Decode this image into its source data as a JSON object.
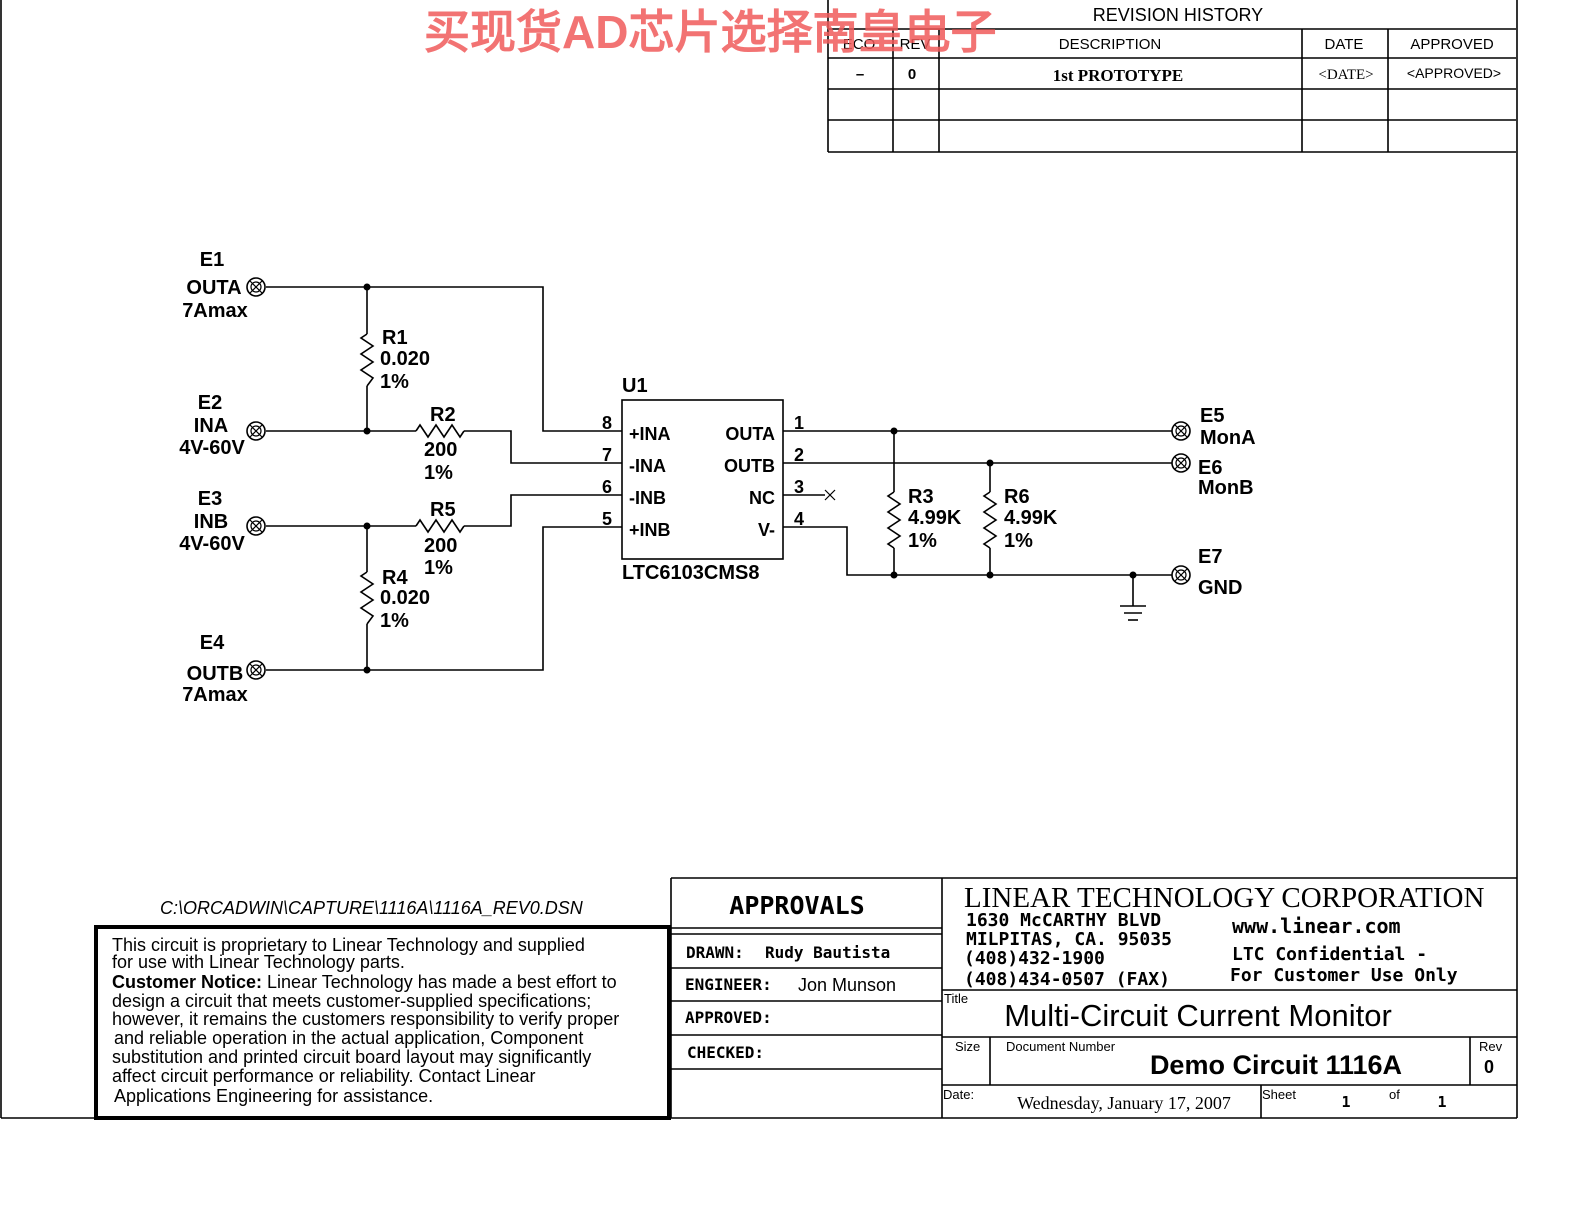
{
  "watermark": "买现货AD芯片选择南皇电子",
  "revision_history": {
    "title": "REVISION HISTORY",
    "headers": {
      "eco": "ECO",
      "rev": "REV",
      "description": "DESCRIPTION",
      "date": "DATE",
      "approved": "APPROVED"
    },
    "rows": [
      {
        "eco": "–",
        "rev": "0",
        "description": "1st PROTOTYPE",
        "date": "<DATE>",
        "approved": "<APPROVED>"
      }
    ]
  },
  "connectors": {
    "e1": {
      "ref": "E1",
      "name": "OUTA",
      "spec": "7Amax"
    },
    "e2": {
      "ref": "E2",
      "name": "INA",
      "spec": "4V-60V"
    },
    "e3": {
      "ref": "E3",
      "name": "INB",
      "spec": "4V-60V"
    },
    "e4": {
      "ref": "E4",
      "name": "OUTB",
      "spec": "7Amax"
    },
    "e5": {
      "ref": "E5",
      "name": "MonA"
    },
    "e6": {
      "ref": "E6",
      "name": "MonB"
    },
    "e7": {
      "ref": "E7",
      "name": "GND"
    }
  },
  "resistors": {
    "r1": {
      "ref": "R1",
      "value": "0.020",
      "tol": "1%"
    },
    "r2": {
      "ref": "R2",
      "value": "200",
      "tol": "1%"
    },
    "r3": {
      "ref": "R3",
      "value": "4.99K",
      "tol": "1%"
    },
    "r4": {
      "ref": "R4",
      "value": "0.020",
      "tol": "1%"
    },
    "r5": {
      "ref": "R5",
      "value": "200",
      "tol": "1%"
    },
    "r6": {
      "ref": "R6",
      "value": "4.99K",
      "tol": "1%"
    }
  },
  "ic": {
    "ref": "U1",
    "part": "LTC6103CMS8",
    "left_pins": [
      {
        "num": "8",
        "name": "+INA"
      },
      {
        "num": "7",
        "name": "-INA"
      },
      {
        "num": "6",
        "name": "-INB"
      },
      {
        "num": "5",
        "name": "+INB"
      }
    ],
    "right_pins": [
      {
        "num": "1",
        "name": "OUTA"
      },
      {
        "num": "2",
        "name": "OUTB"
      },
      {
        "num": "3",
        "name": "NC"
      },
      {
        "num": "4",
        "name": "V-"
      }
    ]
  },
  "file_path": "C:\\ORCADWIN\\CAPTURE\\1116A\\1116A_REV0.DSN",
  "notice": {
    "line1": "This circuit is proprietary to Linear Technology and supplied",
    "line2": "for use with Linear Technology parts.",
    "customer_label": "Customer Notice:",
    "line3": " Linear Technology has made a best effort to",
    "line4": "design a circuit that meets customer-supplied specifications;",
    "line5": "however, it remains the customers responsibility to verify proper",
    "line6": "and reliable operation in the actual application, Component",
    "line7": "substitution and printed circuit board layout may significantly",
    "line8": "affect circuit performance or reliability. Contact Linear",
    "line9": "Applications Engineering for assistance."
  },
  "approvals": {
    "title": "APPROVALS",
    "drawn_label": "DRAWN:",
    "drawn_value": "Rudy Bautista",
    "engineer_label": "ENGINEER:",
    "engineer_value": "Jon Munson",
    "approved_label": "APPROVED:",
    "checked_label": "CHECKED:"
  },
  "company": {
    "name": "LINEAR TECHNOLOGY CORPORATION",
    "address1": "1630 McCARTHY BLVD",
    "address2": "MILPITAS, CA. 95035",
    "phone": "(408)432-1900",
    "fax": "(408)434-0507 (FAX)",
    "website": "www.linear.com",
    "confidential1": "LTC Confidential -",
    "confidential2": "For Customer Use Only"
  },
  "title_block": {
    "title_label": "Title",
    "title": "Multi-Circuit Current Monitor",
    "size_label": "Size",
    "docnum_label": "Document Number",
    "document_number": "Demo Circuit 1116A",
    "rev_label": "Rev",
    "rev": "0",
    "date_label": "Date:",
    "date": "Wednesday, January 17, 2007",
    "sheet_label": "Sheet",
    "sheet": "1",
    "of_label": "of",
    "of": "1"
  }
}
